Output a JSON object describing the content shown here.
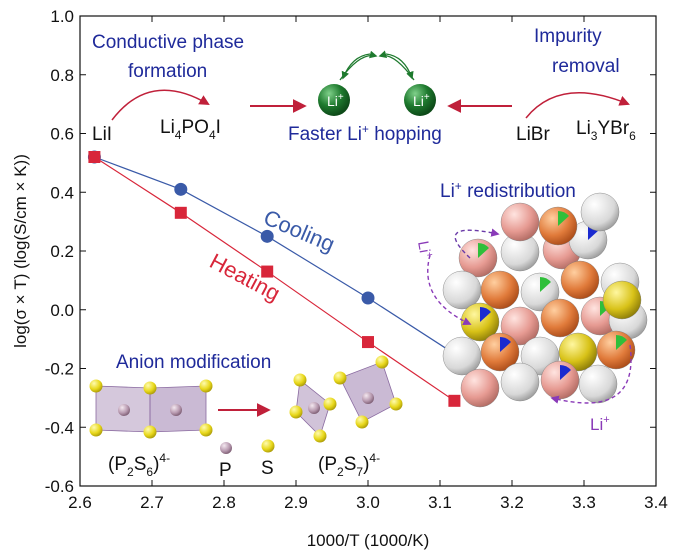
{
  "chart_data": {
    "type": "scatter",
    "title": "",
    "xlabel": "1000/T (1000/K)",
    "ylabel": "log(σ × T) (log(S/cm × K))",
    "xlim": [
      2.6,
      3.4
    ],
    "ylim": [
      -0.6,
      1.0
    ],
    "x_ticks": [
      "2.6",
      "2.7",
      "2.8",
      "2.9",
      "3.0",
      "3.1",
      "3.2",
      "3.3",
      "3.4"
    ],
    "y_ticks": [
      "-0.6",
      "-0.4",
      "-0.2",
      "0.0",
      "0.2",
      "0.4",
      "0.6",
      "0.8",
      "1.0"
    ],
    "grid": false,
    "series": [
      {
        "name": "Cooling",
        "color": "#3a5aa8",
        "marker": "circle",
        "points": [
          {
            "x": 2.62,
            "y": 0.52
          },
          {
            "x": 2.74,
            "y": 0.41
          },
          {
            "x": 2.86,
            "y": 0.25
          },
          {
            "x": 3.0,
            "y": 0.04
          },
          {
            "x": 3.12,
            "y": -0.15
          }
        ]
      },
      {
        "name": "Heating",
        "color": "#d8263a",
        "marker": "square",
        "points": [
          {
            "x": 2.62,
            "y": 0.52
          },
          {
            "x": 2.74,
            "y": 0.33
          },
          {
            "x": 2.86,
            "y": 0.13
          },
          {
            "x": 3.0,
            "y": -0.11
          },
          {
            "x": 3.12,
            "y": -0.31
          }
        ]
      }
    ],
    "annotations": {
      "conductive_line1": "Conductive phase",
      "conductive_line2": "formation",
      "lii": "LiI",
      "li4po4i_a": "Li",
      "li4po4i_b": "4",
      "li4po4i_c": "PO",
      "li4po4i_d": "4",
      "li4po4i_e": "I",
      "impurity_line1": "Impurity",
      "impurity_line2": "removal",
      "libr": "LiBr",
      "li3ybr6_a": "Li",
      "li3ybr6_b": "3",
      "li3ybr6_c": "YBr",
      "li3ybr6_d": "6",
      "faster_a": "Faster Li",
      "faster_b": "+",
      "faster_c": " hopping",
      "li_ion_a": "Li",
      "li_ion_b": "+",
      "redistribution_a": "Li",
      "redistribution_b": "+",
      "redistribution_c": " redistribution",
      "anion_mod": "Anion modification",
      "p2s6_a": "(P",
      "p2s6_b": "2",
      "p2s6_c": "S",
      "p2s6_d": "6",
      "p2s6_e": ")",
      "p2s6_f": "4-",
      "p2s7_a": "(P",
      "p2s7_b": "2",
      "p2s7_c": "S",
      "p2s7_d": "7",
      "p2s7_e": ")",
      "p2s7_f": "4-",
      "p_label": "P",
      "s_label": "S",
      "li_plus_a": "Li",
      "li_plus_b": "+"
    }
  },
  "colors": {
    "cooling": "#3a5aa8",
    "heating": "#d8263a",
    "annotation_blue": "#1f2a9a",
    "arrow_red": "#c0203a",
    "li_ball": "#1e7a2e",
    "sulfur": "#e8d81a",
    "phosphorus": "#b89ab0",
    "polyhedron": "#b39bc0",
    "redistribution_arrow": "#8a3ab8"
  }
}
